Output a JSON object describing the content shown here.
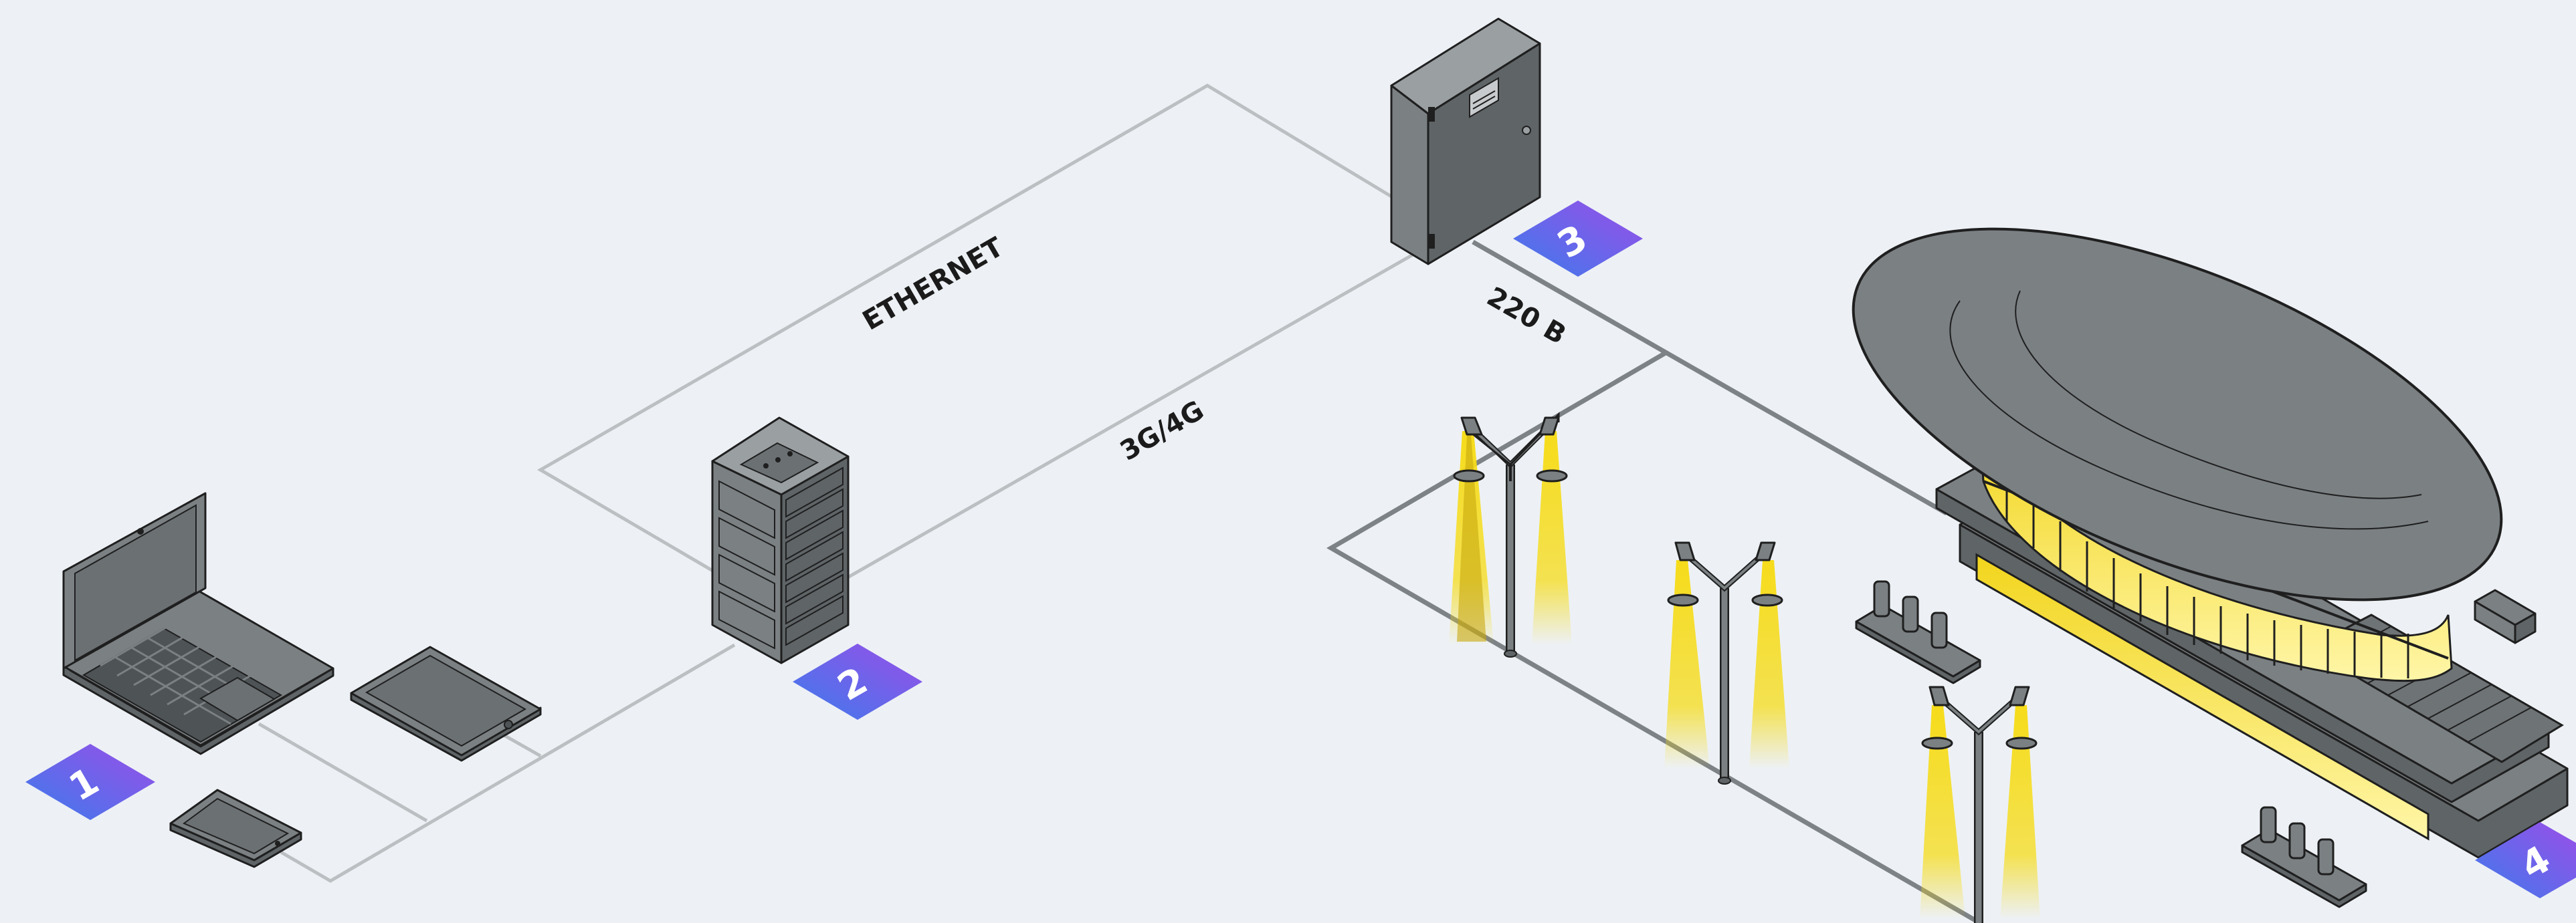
{
  "connections": {
    "ethernet": "ETHERNET",
    "cellular": "3G/4G",
    "power": "220 В"
  },
  "badges": [
    {
      "number": "1",
      "device": "client devices"
    },
    {
      "number": "2",
      "device": "server"
    },
    {
      "number": "3",
      "device": "control cabinet"
    },
    {
      "number": "4",
      "device": "building"
    }
  ],
  "colors": {
    "background": "#edf1f5",
    "data_line": "#bcbfc2",
    "power_line": "#7d8286",
    "device_body": "#7b8083",
    "light": "#f6dc1a",
    "badge_start": "#3d7bec",
    "badge_end": "#9a4ee8"
  }
}
